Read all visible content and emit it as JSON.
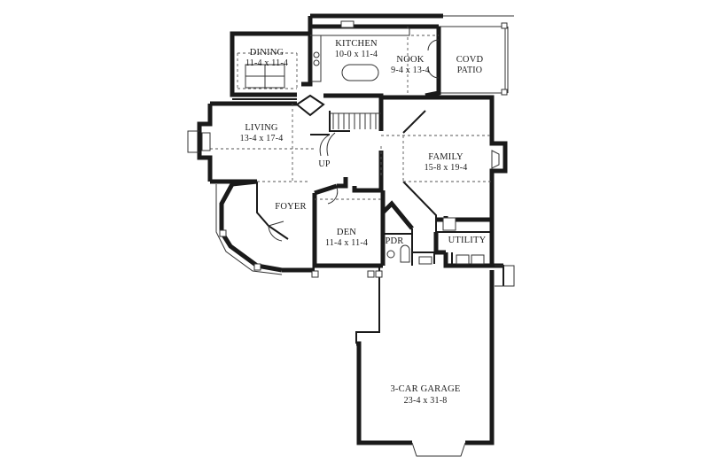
{
  "rooms": {
    "dining": {
      "name": "DINING",
      "dims": "11-4 x 11-4"
    },
    "kitchen": {
      "name": "KITCHEN",
      "dims": "10-0 x 11-4"
    },
    "nook": {
      "name": "NOOK",
      "dims": "9-4 x 13-4"
    },
    "patio": {
      "name": "COVD",
      "dims": "PATIO"
    },
    "living": {
      "name": "LIVING",
      "dims": "13-4 x 17-4"
    },
    "family": {
      "name": "FAMILY",
      "dims": "15-8 x 19-4"
    },
    "foyer": {
      "name": "FOYER"
    },
    "den": {
      "name": "DEN",
      "dims": "11-4 x 11-4"
    },
    "pdr": {
      "name": "PDR"
    },
    "utility": {
      "name": "UTILITY"
    },
    "garage": {
      "name": "3-CAR GARAGE",
      "dims": "23-4 x 31-8"
    }
  },
  "stairs": {
    "label": "UP"
  },
  "colors": {
    "wall": "#1a1a1a",
    "background": "#ffffff"
  }
}
